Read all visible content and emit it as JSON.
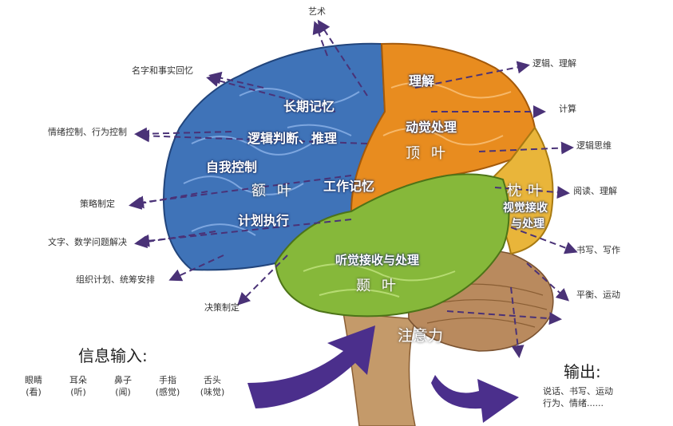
{
  "outer_labels": {
    "art": "艺术",
    "names_memory": "名字和事实回忆",
    "emotion_behavior": "情绪控制、行为控制",
    "strategy": "策略制定",
    "text_math": "文字、数学问题解决",
    "organize_plan": "组织计划、统筹安排",
    "decision": "决策制定",
    "logic_understanding": "逻辑、理解",
    "calculation": "计算",
    "logical_thinking": "逻辑思维",
    "reading": "阅读、理解",
    "writing": "书写、写作",
    "balance": "平衡、运动"
  },
  "brain_labels": {
    "long_term_memory": "长期记忆",
    "logic_reasoning": "逻辑判断、推理",
    "self_control": "自我控制",
    "frontal_lobe": "额叶",
    "working_memory": "工作记忆",
    "plan_execute": "计划执行",
    "understanding": "理解",
    "kinesthetic": "动觉处理",
    "parietal_lobe": "顶叶",
    "occipital_lobe": "枕叶",
    "visual_processing_1": "视觉接收",
    "visual_processing_2": "与处理",
    "auditory_processing": "听觉接收与处理",
    "temporal_lobe": "颞叶",
    "attention": "注意力"
  },
  "input": {
    "title": "信息输入:",
    "items": [
      {
        "name": "眼睛",
        "sense": "(看)"
      },
      {
        "name": "耳朵",
        "sense": "(听)"
      },
      {
        "name": "鼻子",
        "sense": "(闻)"
      },
      {
        "name": "手指",
        "sense": "(感觉)"
      },
      {
        "name": "舌头",
        "sense": "(味觉)"
      }
    ]
  },
  "output": {
    "title": "输出:",
    "line1": "说话、书写、运动",
    "line2": "行为、情绪......"
  },
  "colors": {
    "frontal": "#3f73b8",
    "parietal": "#e88c1f",
    "occipital": "#e9b53a",
    "temporal": "#86b83a",
    "cerebellum": "#b98a5e",
    "brainstem": "#c49a6a",
    "arrow": "#4b2f8c",
    "dashed": "#4a3277"
  }
}
